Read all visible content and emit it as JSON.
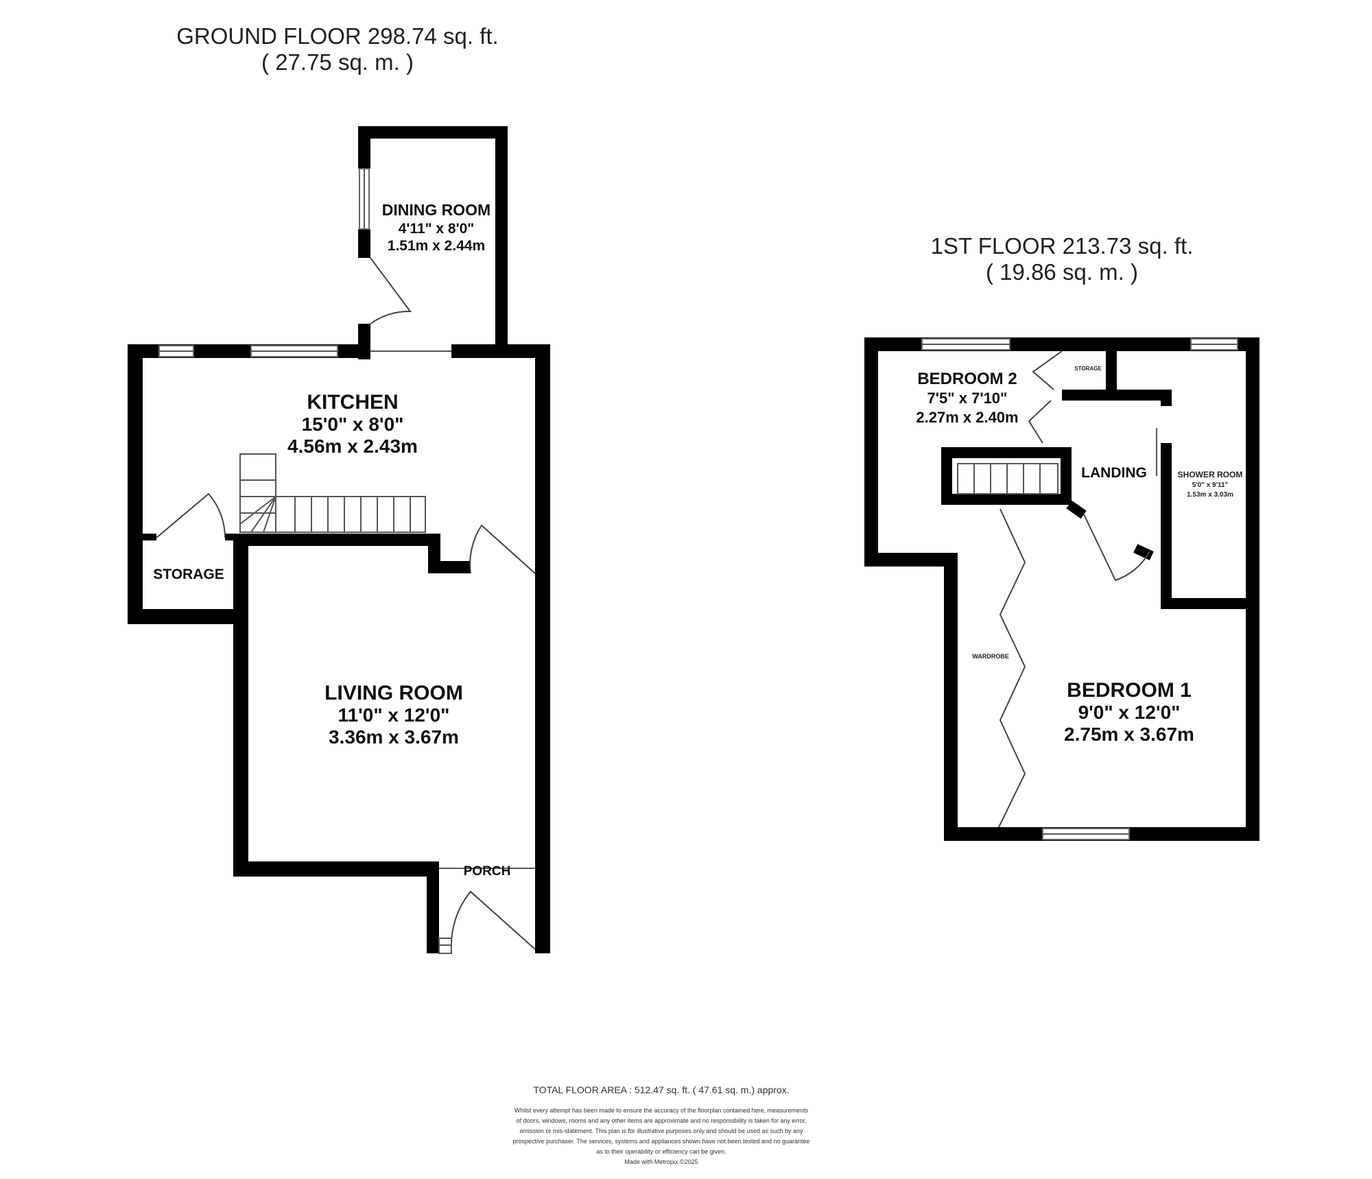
{
  "ground_floor": {
    "title": "GROUND FLOOR 298.74 sq. ft.",
    "subtitle": "( 27.75 sq. m. )",
    "rooms": {
      "dining": {
        "name": "DINING ROOM",
        "imperial": "4'11\" x 8'0\"",
        "metric": "1.51m x 2.44m"
      },
      "kitchen": {
        "name": "KITCHEN",
        "imperial": "15'0\" x 8'0\"",
        "metric": "4.56m x 2.43m"
      },
      "storage": {
        "name": "STORAGE"
      },
      "living": {
        "name": "LIVING ROOM",
        "imperial": "11'0\" x 12'0\"",
        "metric": "3.36m x 3.67m"
      },
      "porch": {
        "name": "PORCH"
      }
    }
  },
  "first_floor": {
    "title": "1ST FLOOR 213.73 sq. ft.",
    "subtitle": "( 19.86 sq. m. )",
    "rooms": {
      "bedroom2": {
        "name": "BEDROOM 2",
        "imperial": "7'5\" x 7'10\"",
        "metric": "2.27m x 2.40m"
      },
      "storage": {
        "name": "STORAGE"
      },
      "landing": {
        "name": "LANDING"
      },
      "shower": {
        "name": "SHOWER ROOM",
        "imperial": "5'0\" x 9'11\"",
        "metric": "1.53m x 3.03m"
      },
      "wardrobe": {
        "name": "WARDROBE"
      },
      "bedroom1": {
        "name": "BEDROOM 1",
        "imperial": "9'0\" x 12'0\"",
        "metric": "2.75m x 3.67m"
      }
    }
  },
  "footer": {
    "total": "TOTAL FLOOR AREA : 512.47 sq. ft. ( 47.61 sq. m.) approx.",
    "disclaimer": [
      "Whilst every attempt has been made to ensure the accuracy of the floorplan contained here, measurements",
      "of doors, windows, rooms and any other items are approximate and no responsibility is taken for any error,",
      "omission or mis-statement. This plan is for illustrative purposes only and should be used as such by any",
      "prospective purchaser. The services, systems and appliances shown have not been tested and no guarantee",
      "as to their operability or efficiency can be given."
    ],
    "credit": "Made with Metropix ©2025"
  }
}
